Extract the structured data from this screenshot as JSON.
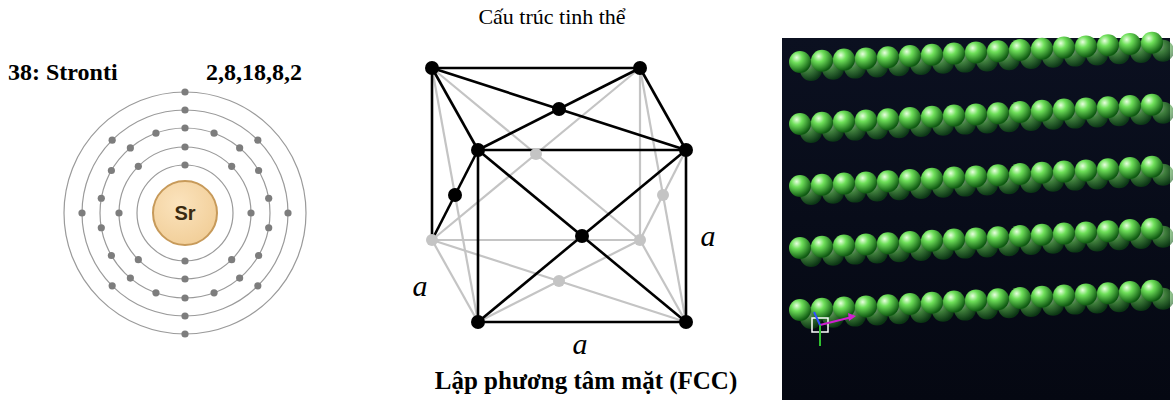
{
  "diagram": {
    "title": "Cấu trúc tinh thể",
    "caption": "Lập phương tâm mặt (FCC)",
    "nodes": [
      {
        "text": [
          "Sr"
        ]
      }
    ],
    "labels": [
      "38: Stronti",
      "2,8,18,8,2",
      "a",
      "a",
      "a"
    ]
  }
}
